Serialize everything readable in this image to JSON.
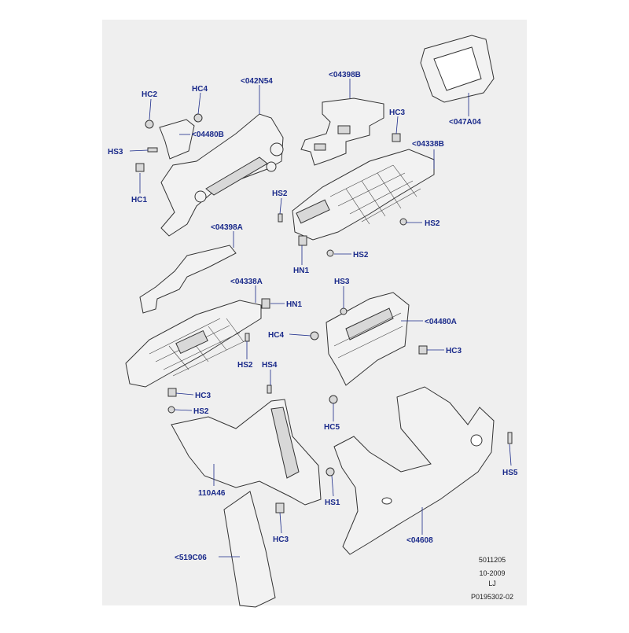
{
  "callouts": {
    "hc2": "HC2",
    "hc4_top": "HC4",
    "n042n54": "<042N54",
    "n04480b": "<04480B",
    "hs3_left": "HS3",
    "hc1": "HC1",
    "n04398b": "<04398B",
    "hc3_top": "HC3",
    "n04338b": "<04338B",
    "n047a04": "<047A04",
    "hs2_a": "HS2",
    "hs2_b": "HS2",
    "hs2_c": "HS2",
    "hn1_a": "HN1",
    "n04398a": "<04398A",
    "n04338a": "<04338A",
    "hn1_b": "HN1",
    "hs3_mid": "HS3",
    "hc4_mid": "HC4",
    "n04480a": "<04480A",
    "hc3_mid": "HC3",
    "hs2_d": "HS2",
    "hs4": "HS4",
    "hc3_low": "HC3",
    "hs2_e": "HS2",
    "hc5": "HC5",
    "n110a46": "110A46",
    "hs1": "HS1",
    "hs5": "HS5",
    "hc3_bottom": "HC3",
    "n04608": "<04608",
    "n519c06": "<519C06"
  },
  "reference": {
    "line1": "5011205",
    "line2": "10-2009",
    "line3": "LJ",
    "line4": "P0195302-02"
  },
  "colors": {
    "callout_text": "#1a2a8a",
    "panel_background": "#f0f0f0",
    "outline": "#333333"
  }
}
